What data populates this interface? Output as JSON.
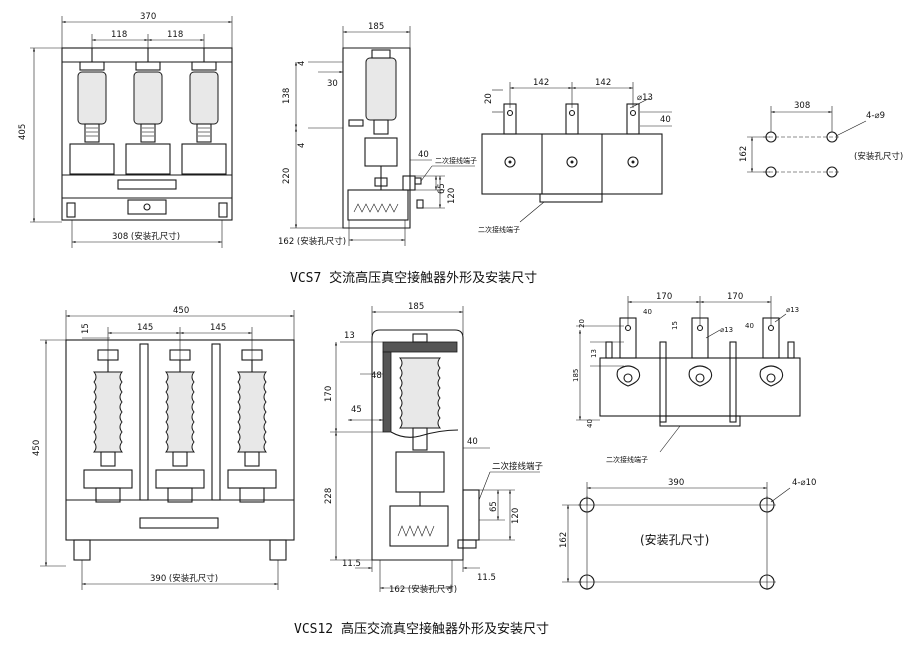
{
  "caption_top": "VCS7 交流高压真空接触器外形及安装尺寸",
  "caption_bottom": "VCS12 高压交流真空接触器外形及安装尺寸",
  "vcs7": {
    "front": {
      "w": "370",
      "p1": "118",
      "p2": "118",
      "h": "405",
      "mount": "308 (安装孔尺寸)"
    },
    "side": {
      "w": "185",
      "a": "4",
      "b": "30",
      "c": "138",
      "d": "4",
      "e": "220",
      "f": "40",
      "g": "65",
      "h": "120",
      "mount": "162 (安装孔尺寸)",
      "terminal": "二次接线端子"
    },
    "top": {
      "p1": "142",
      "p2": "142",
      "a": "20",
      "hole": "⌀13",
      "b": "40",
      "terminal": "二次接线端子"
    },
    "holes": {
      "w": "308",
      "spec": "4-⌀9",
      "h": "162",
      "label": "(安装孔尺寸)"
    }
  },
  "vcs12": {
    "front": {
      "w": "450",
      "a": "15",
      "p1": "145",
      "p2": "145",
      "h": "450",
      "mount": "390 (安装孔尺寸)"
    },
    "side": {
      "w": "185",
      "a": "13",
      "b": "48",
      "c": "170",
      "d": "45",
      "e": "228",
      "f": "40",
      "g": "65",
      "h": "120",
      "i": "11.5",
      "j": "11.5",
      "mount": "162 (安装孔尺寸)",
      "terminal": "二次接线端子"
    },
    "top": {
      "p1": "170",
      "p2": "170",
      "a": "40",
      "b": "15",
      "c": "40",
      "hole": "⌀13",
      "hole2": "⌀13",
      "d": "13",
      "e": "185",
      "f": "40",
      "g": "20",
      "terminal": "二次接线端子"
    },
    "holes": {
      "w": "390",
      "spec": "4-⌀10",
      "h": "162",
      "label": "(安装孔尺寸)"
    }
  }
}
